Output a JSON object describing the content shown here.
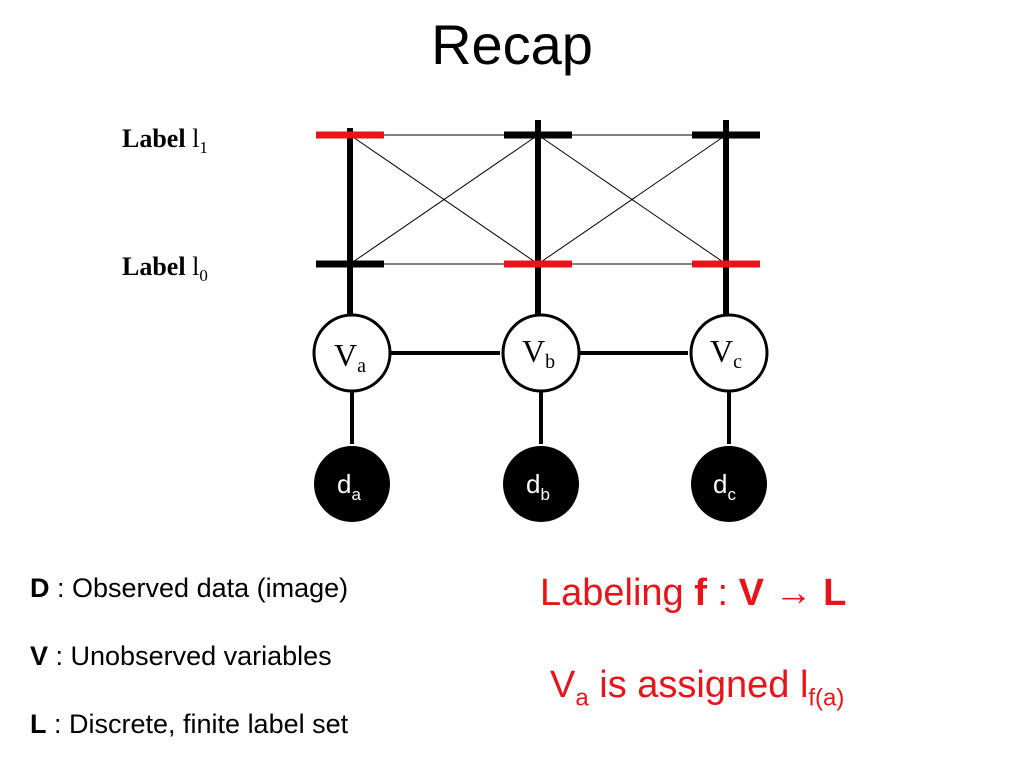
{
  "slide": {
    "title": "Recap"
  },
  "diagram": {
    "label_word": "Label",
    "label_letter": "l",
    "label_top_sub": "1",
    "label_bottom_sub": "0",
    "node_letter": "V",
    "data_letter": "d",
    "nodes": [
      {
        "sub": "a",
        "selected_label": "l1"
      },
      {
        "sub": "b",
        "selected_label": "l0"
      },
      {
        "sub": "c",
        "selected_label": "l0"
      }
    ],
    "colors": {
      "selected": "#e8141a",
      "default": "#000000"
    }
  },
  "legend": [
    {
      "key": "D",
      "text": " : Observed data (image)"
    },
    {
      "key": "V",
      "text": " : Unobserved variables"
    },
    {
      "key": "L",
      "text": " : Discrete, finite label set"
    }
  ],
  "labeling": {
    "prefix": "Labeling ",
    "f": "f",
    "colon": " : ",
    "V": "V",
    "arrow": " → ",
    "L": "L"
  },
  "assignment": {
    "V": "V",
    "V_sub": "a",
    "middle": " is assigned l",
    "l_sub": "f(a)"
  }
}
